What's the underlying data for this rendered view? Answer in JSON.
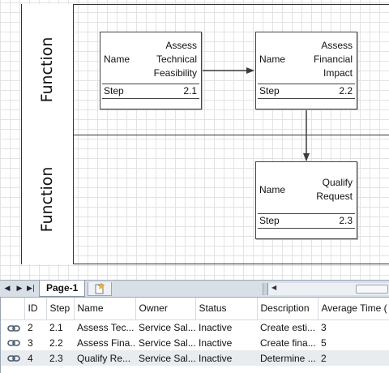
{
  "lanes": [
    {
      "label": "Function"
    },
    {
      "label": "Function"
    }
  ],
  "shapes": [
    {
      "name_label": "Name",
      "title": "Assess Technical Feasibility",
      "step_label": "Step",
      "step": "2.1"
    },
    {
      "name_label": "Name",
      "title": "Assess Financial Impact",
      "step_label": "Step",
      "step": "2.2"
    },
    {
      "name_label": "Name",
      "title": "Qualify Request",
      "step_label": "Step",
      "step": "2.3"
    }
  ],
  "tabbar": {
    "nav": [
      "◀",
      "▶",
      "▶|"
    ],
    "page_tab": "Page-1"
  },
  "grid": {
    "columns": [
      "",
      "ID",
      "Step",
      "Name",
      "Owner",
      "Status",
      "Description",
      "Average Time ("
    ],
    "rows": [
      {
        "id": "2",
        "step": "2.1",
        "name": "Assess Tec...",
        "owner": "Service Sal...",
        "status": "Inactive",
        "description": "Create esti...",
        "avg_time": "3"
      },
      {
        "id": "3",
        "step": "2.2",
        "name": "Assess Fina...",
        "owner": "Service Sal...",
        "status": "Inactive",
        "description": "Create fina...",
        "avg_time": "5"
      },
      {
        "id": "4",
        "step": "2.3",
        "name": "Qualify Re...",
        "owner": "Service Sal...",
        "status": "Inactive",
        "description": "Determine ...",
        "avg_time": "2"
      }
    ]
  },
  "icons": {
    "row_link": "link-icon",
    "insert_page": "insert-page-icon",
    "scroll_left": "scroll-left-arrow-icon"
  }
}
